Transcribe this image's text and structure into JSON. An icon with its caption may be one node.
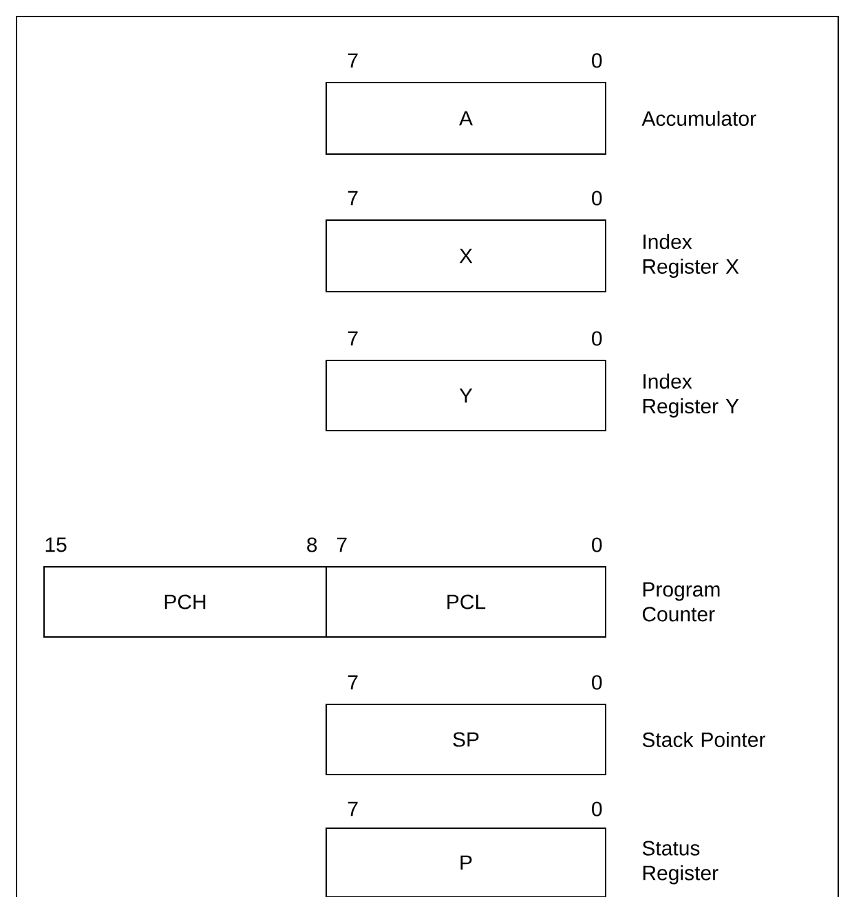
{
  "diagram": {
    "nodes": [
      {
        "text": [
          "A"
        ],
        "beside": [
          "Accumulator"
        ]
      },
      {
        "text": [
          "X"
        ],
        "beside": [
          "Index Register X"
        ]
      },
      {
        "text": [
          "Y"
        ],
        "beside": [
          "Index Register Y"
        ]
      },
      {
        "text": [
          "PCH"
        ]
      },
      {
        "text": [
          "PCL"
        ],
        "beside": [
          "Program Counter"
        ]
      },
      {
        "text": [
          "SP"
        ],
        "beside": [
          "Stack Pointer"
        ]
      },
      {
        "text": [
          "P"
        ],
        "beside": [
          "Status Register"
        ]
      }
    ],
    "labels": [
      "7",
      "0",
      "7",
      "0",
      "7",
      "0",
      "15",
      "8",
      "7",
      "0",
      "7",
      "0",
      "7",
      "0"
    ]
  }
}
